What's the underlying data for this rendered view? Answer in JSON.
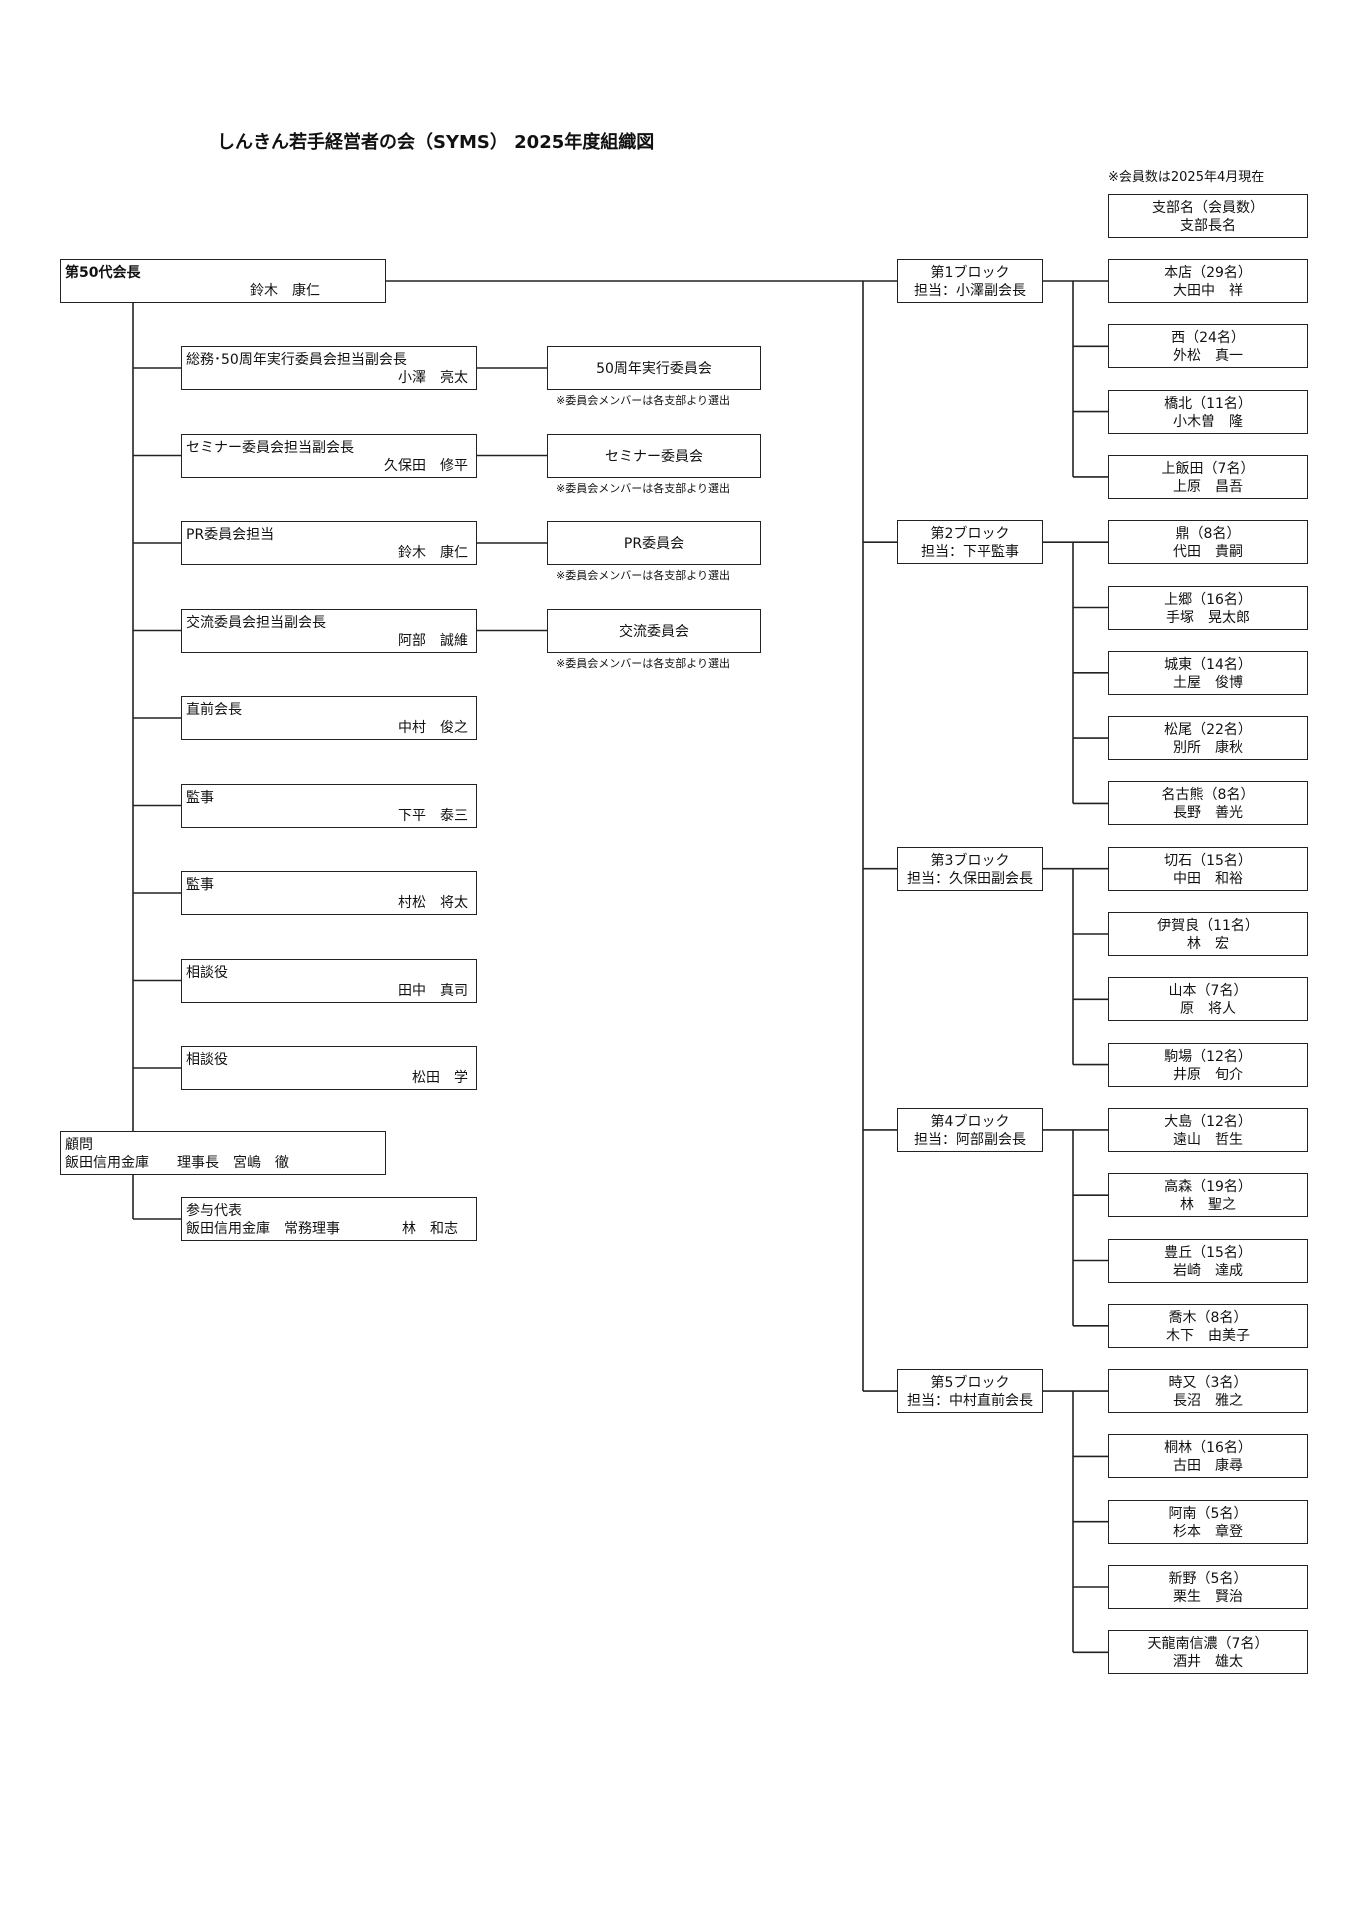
{
  "title": "しんきん若手経営者の会（SYMS） 2025年度組織図",
  "note": "※会員数は2025年4月現在",
  "legend": {
    "line1": "支部名（会員数）",
    "line2": "支部長名"
  },
  "president": {
    "role": "第50代会長",
    "name": "鈴木　康仁"
  },
  "officers": [
    {
      "role": "総務･50周年実行委員会担当副会長",
      "name": "小澤　亮太",
      "committee": "50周年実行委員会",
      "committee_note": "※委員会メンバーは各支部より選出"
    },
    {
      "role": "セミナー委員会担当副会長",
      "name": "久保田　修平",
      "committee": "セミナー委員会",
      "committee_note": "※委員会メンバーは各支部より選出"
    },
    {
      "role": "PR委員会担当",
      "name": "鈴木　康仁",
      "committee": "PR委員会",
      "committee_note": "※委員会メンバーは各支部より選出"
    },
    {
      "role": "交流委員会担当副会長",
      "name": "阿部　誠維",
      "committee": "交流委員会",
      "committee_note": "※委員会メンバーは各支部より選出"
    },
    {
      "role": "直前会長",
      "name": "中村　俊之"
    },
    {
      "role": "監事",
      "name": "下平　泰三"
    },
    {
      "role": "監事",
      "name": "村松　将太"
    },
    {
      "role": "相談役",
      "name": "田中　真司"
    },
    {
      "role": "相談役",
      "name": "松田　学"
    }
  ],
  "advisor": {
    "role": "顧問",
    "line": "飯田信用金庫　　理事長　宮嶋　徹"
  },
  "councilor": {
    "role": "参与代表",
    "org": "飯田信用金庫　常務理事",
    "name": "林　和志"
  },
  "blocks": [
    {
      "name": "第1ブロック",
      "manager": "担当：小澤副会長",
      "branches": [
        {
          "branch": "本店（29名）",
          "leader": "大田中　祥"
        },
        {
          "branch": "西（24名）",
          "leader": "外松　真一"
        },
        {
          "branch": "橋北（11名）",
          "leader": "小木曽　隆"
        },
        {
          "branch": "上飯田（7名）",
          "leader": "上原　昌吾"
        }
      ]
    },
    {
      "name": "第2ブロック",
      "manager": "担当：下平監事",
      "branches": [
        {
          "branch": "鼎（8名）",
          "leader": "代田　貴嗣"
        },
        {
          "branch": "上郷（16名）",
          "leader": "手塚　晃太郎"
        },
        {
          "branch": "城東（14名）",
          "leader": "土屋　俊博"
        },
        {
          "branch": "松尾（22名）",
          "leader": "別所　康秋"
        },
        {
          "branch": "名古熊（8名）",
          "leader": "長野　善光"
        }
      ]
    },
    {
      "name": "第3ブロック",
      "manager": "担当：久保田副会長",
      "branches": [
        {
          "branch": "切石（15名）",
          "leader": "中田　和裕"
        },
        {
          "branch": "伊賀良（11名）",
          "leader": "林　宏"
        },
        {
          "branch": "山本（7名）",
          "leader": "原　将人"
        },
        {
          "branch": "駒場（12名）",
          "leader": "井原　旬介"
        }
      ]
    },
    {
      "name": "第4ブロック",
      "manager": "担当：阿部副会長",
      "branches": [
        {
          "branch": "大島（12名）",
          "leader": "遠山　哲生"
        },
        {
          "branch": "高森（19名）",
          "leader": "林　聖之"
        },
        {
          "branch": "豊丘（15名）",
          "leader": "岩崎　達成"
        },
        {
          "branch": "喬木（8名）",
          "leader": "木下　由美子"
        }
      ]
    },
    {
      "name": "第5ブロック",
      "manager": "担当：中村直前会長",
      "branches": [
        {
          "branch": "時又（3名）",
          "leader": "長沼　雅之"
        },
        {
          "branch": "桐林（16名）",
          "leader": "古田　康尋"
        },
        {
          "branch": "阿南（5名）",
          "leader": "杉本　章登"
        },
        {
          "branch": "新野（5名）",
          "leader": "栗生　賢治"
        },
        {
          "branch": "天龍南信濃（7名）",
          "leader": "酒井　雄太"
        }
      ]
    }
  ]
}
